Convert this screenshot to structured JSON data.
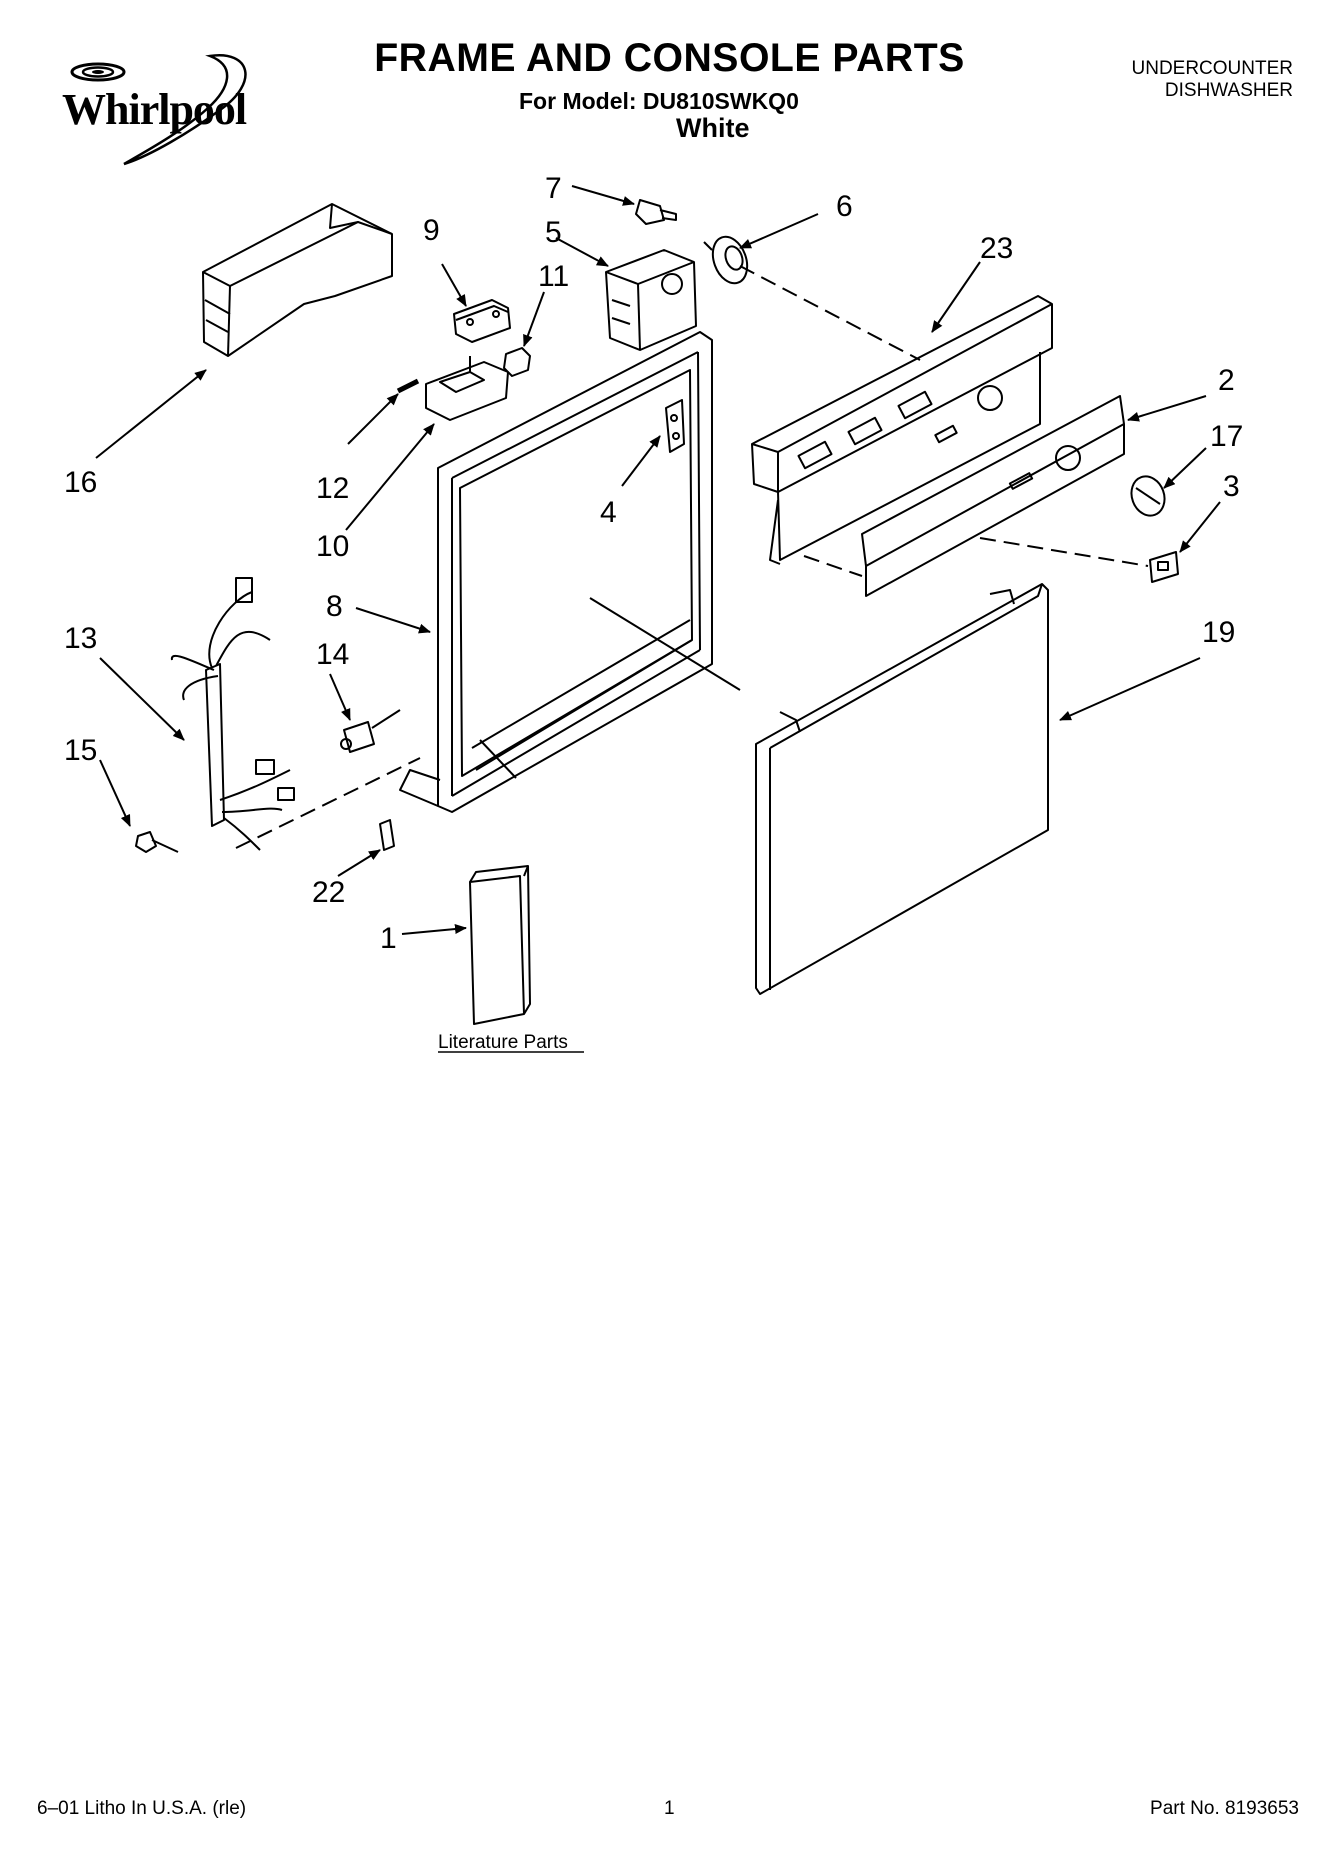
{
  "header": {
    "brand": "Whirlpool",
    "title": "FRAME AND CONSOLE PARTS",
    "model_line": "For Model: DU810SWKQ0",
    "color": "White",
    "appliance_type_line1": "UNDERCOUNTER",
    "appliance_type_line2": "DISHWASHER"
  },
  "callouts": [
    {
      "id": "c7",
      "label": "7"
    },
    {
      "id": "c6",
      "label": "6"
    },
    {
      "id": "c9",
      "label": "9"
    },
    {
      "id": "c5",
      "label": "5"
    },
    {
      "id": "c23",
      "label": "23"
    },
    {
      "id": "c11",
      "label": "11"
    },
    {
      "id": "c2",
      "label": "2"
    },
    {
      "id": "c17",
      "label": "17"
    },
    {
      "id": "c16",
      "label": "16"
    },
    {
      "id": "c12",
      "label": "12"
    },
    {
      "id": "c4",
      "label": "4"
    },
    {
      "id": "c3",
      "label": "3"
    },
    {
      "id": "c10",
      "label": "10"
    },
    {
      "id": "c8",
      "label": "8"
    },
    {
      "id": "c13",
      "label": "13"
    },
    {
      "id": "c14",
      "label": "14"
    },
    {
      "id": "c19",
      "label": "19"
    },
    {
      "id": "c15",
      "label": "15"
    },
    {
      "id": "c22",
      "label": "22"
    },
    {
      "id": "c1",
      "label": "1"
    }
  ],
  "literature_label": "Literature Parts",
  "footer": {
    "left": "6–01 Litho In U.S.A. (rle)",
    "page": "1",
    "part_no": "Part No. 8193653"
  }
}
